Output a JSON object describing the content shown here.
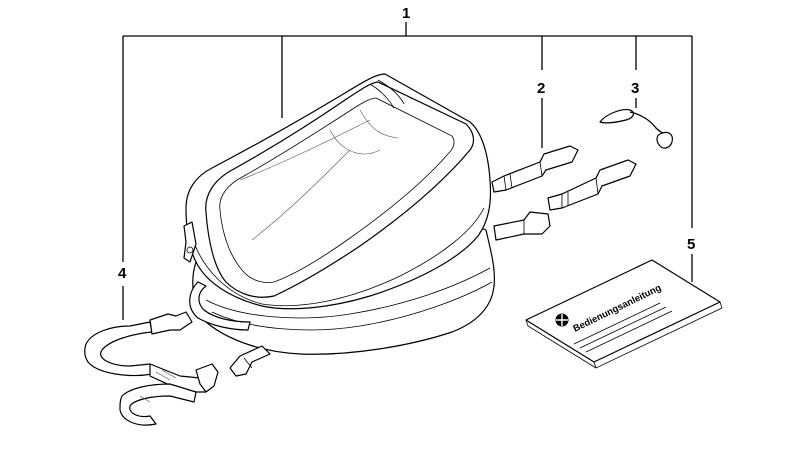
{
  "callouts": [
    {
      "id": "1",
      "label": "1"
    },
    {
      "id": "2",
      "label": "2"
    },
    {
      "id": "3",
      "label": "3"
    },
    {
      "id": "4",
      "label": "4"
    },
    {
      "id": "5",
      "label": "5"
    }
  ],
  "manual": {
    "title": "Bedienungsanleitung",
    "logo": "BMW"
  }
}
